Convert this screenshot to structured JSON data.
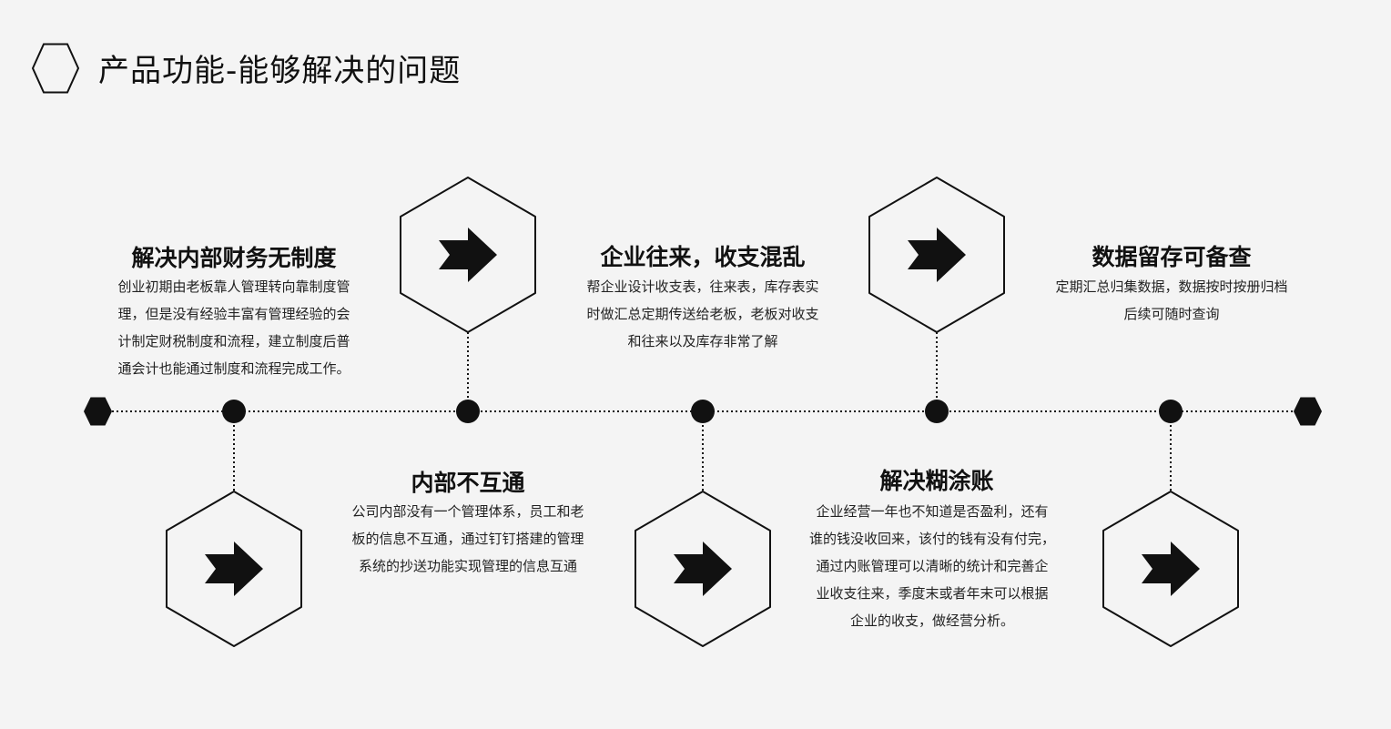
{
  "page": {
    "title": "产品功能-能够解决的问题"
  },
  "icons": {
    "title_badge": "hexagon-outline-icon",
    "step": "arrow-right-icon"
  },
  "colors": {
    "background": "#f4f4f4",
    "ink": "#111111"
  },
  "cards": [
    {
      "title": "解决内部财务无制度",
      "lines": [
        "创业初期由老板靠人管理转向靠制度管",
        "理，但是没有经验丰富有管理经验的会",
        "计制定财税制度和流程，建立制度后普",
        "通会计也能通过制度和流程完成工作。"
      ]
    },
    {
      "title": "内部不互通",
      "lines": [
        "公司内部没有一个管理体系，员工和老",
        "板的信息不互通，通过钉钉搭建的管理",
        "系统的抄送功能实现管理的信息互通"
      ]
    },
    {
      "title": "企业往来，收支混乱",
      "lines": [
        "帮企业设计收支表，往来表，库存表实",
        "时做汇总定期传送给老板，老板对收支",
        "和往来以及库存非常了解"
      ]
    },
    {
      "title": "解决糊涂账",
      "lines": [
        "企业经营一年也不知道是否盈利，还有",
        "谁的钱没收回来，该付的钱有没有付完，",
        "通过内账管理可以清晰的统计和完善企",
        "业收支往来，季度末或者年末可以根据",
        "企业的收支，做经营分析。"
      ]
    },
    {
      "title": "数据留存可备查",
      "lines": [
        "定期汇总归集数据，数据按时按册归档",
        "后续可随时查询"
      ]
    }
  ]
}
